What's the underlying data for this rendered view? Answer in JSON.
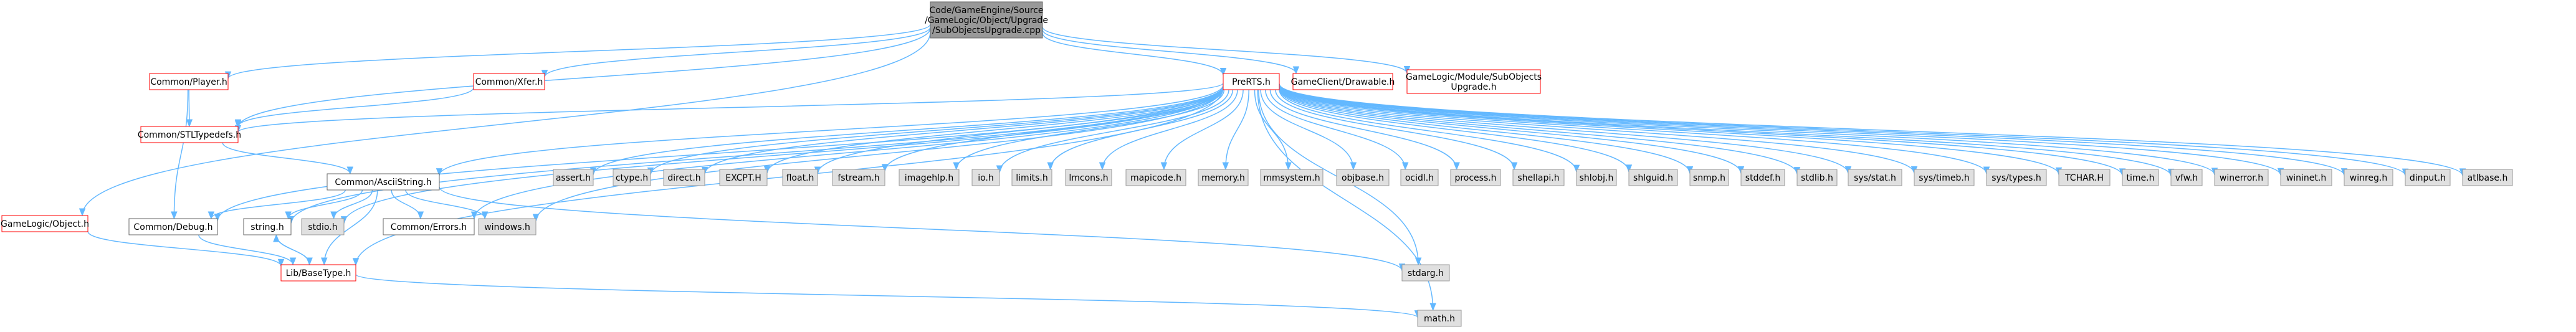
{
  "colors": {
    "edge": "#63b8ff",
    "root_fill": "#999999",
    "root_border": "#666666",
    "local_fill": "#ffffff",
    "local_border": "#ff0000",
    "system_fill": "#e0e0e0",
    "system_border": "#999999"
  },
  "nodes": [
    {
      "id": "root",
      "kind": "root",
      "lines": [
        "Code/GameEngine/Source",
        "/GameLogic/Object/Upgrade",
        "/SubObjectsUpgrade.cpp"
      ]
    },
    {
      "id": "prerts",
      "kind": "local",
      "lines": [
        "PreRTS.h"
      ]
    },
    {
      "id": "player",
      "kind": "local",
      "lines": [
        "Common/Player.h"
      ]
    },
    {
      "id": "xfer",
      "kind": "local",
      "lines": [
        "Common/Xfer.h"
      ]
    },
    {
      "id": "drawable",
      "kind": "local",
      "lines": [
        "GameClient/Drawable.h"
      ]
    },
    {
      "id": "subobjupg",
      "kind": "local",
      "lines": [
        "GameLogic/Module/SubObjects",
        "Upgrade.h"
      ]
    },
    {
      "id": "object",
      "kind": "local",
      "lines": [
        "GameLogic/Object.h"
      ]
    },
    {
      "id": "stdlibtypedefs",
      "kind": "local",
      "lines": [
        "Common/STLTypedefs.h"
      ]
    },
    {
      "id": "asciistring",
      "kind": "plain",
      "lines": [
        "Common/AsciiString.h"
      ]
    },
    {
      "id": "debug",
      "kind": "plain",
      "lines": [
        "Common/Debug.h"
      ]
    },
    {
      "id": "errors",
      "kind": "plain",
      "lines": [
        "Common/Errors.h"
      ]
    },
    {
      "id": "string",
      "kind": "plain",
      "lines": [
        "string.h"
      ]
    },
    {
      "id": "stdio",
      "kind": "system",
      "lines": [
        "stdio.h"
      ]
    },
    {
      "id": "windows",
      "kind": "system",
      "lines": [
        "windows.h"
      ]
    },
    {
      "id": "basetype",
      "kind": "local",
      "lines": [
        "Lib/BaseType.h"
      ]
    },
    {
      "id": "stdarg",
      "kind": "system",
      "lines": [
        "stdarg.h"
      ]
    },
    {
      "id": "math",
      "kind": "system",
      "lines": [
        "math.h"
      ]
    },
    {
      "id": "assert",
      "kind": "system",
      "lines": [
        "assert.h"
      ]
    },
    {
      "id": "ctype",
      "kind": "system",
      "lines": [
        "ctype.h"
      ]
    },
    {
      "id": "direct",
      "kind": "system",
      "lines": [
        "direct.h"
      ]
    },
    {
      "id": "excpt",
      "kind": "system",
      "lines": [
        "EXCPT.H"
      ]
    },
    {
      "id": "float",
      "kind": "system",
      "lines": [
        "float.h"
      ]
    },
    {
      "id": "fstream",
      "kind": "system",
      "lines": [
        "fstream.h"
      ]
    },
    {
      "id": "imagehlp",
      "kind": "system",
      "lines": [
        "imagehlp.h"
      ]
    },
    {
      "id": "io",
      "kind": "system",
      "lines": [
        "io.h"
      ]
    },
    {
      "id": "limits",
      "kind": "system",
      "lines": [
        "limits.h"
      ]
    },
    {
      "id": "lmcons",
      "kind": "system",
      "lines": [
        "lmcons.h"
      ]
    },
    {
      "id": "mapicode",
      "kind": "system",
      "lines": [
        "mapicode.h"
      ]
    },
    {
      "id": "memory",
      "kind": "system",
      "lines": [
        "memory.h"
      ]
    },
    {
      "id": "mmsystem",
      "kind": "system",
      "lines": [
        "mmsystem.h"
      ]
    },
    {
      "id": "objbase",
      "kind": "system",
      "lines": [
        "objbase.h"
      ]
    },
    {
      "id": "ocidl",
      "kind": "system",
      "lines": [
        "ocidl.h"
      ]
    },
    {
      "id": "process",
      "kind": "system",
      "lines": [
        "process.h"
      ]
    },
    {
      "id": "shellapi",
      "kind": "system",
      "lines": [
        "shellapi.h"
      ]
    },
    {
      "id": "shlobj",
      "kind": "system",
      "lines": [
        "shlobj.h"
      ]
    },
    {
      "id": "shlguid",
      "kind": "system",
      "lines": [
        "shlguid.h"
      ]
    },
    {
      "id": "snmp",
      "kind": "system",
      "lines": [
        "snmp.h"
      ]
    },
    {
      "id": "stddef",
      "kind": "system",
      "lines": [
        "stddef.h"
      ]
    },
    {
      "id": "stdlib",
      "kind": "system",
      "lines": [
        "stdlib.h"
      ]
    },
    {
      "id": "sysstat",
      "kind": "system",
      "lines": [
        "sys/stat.h"
      ]
    },
    {
      "id": "systimeb",
      "kind": "system",
      "lines": [
        "sys/timeb.h"
      ]
    },
    {
      "id": "systypes",
      "kind": "system",
      "lines": [
        "sys/types.h"
      ]
    },
    {
      "id": "tchar",
      "kind": "system",
      "lines": [
        "TCHAR.H"
      ]
    },
    {
      "id": "time",
      "kind": "system",
      "lines": [
        "time.h"
      ]
    },
    {
      "id": "vfw",
      "kind": "system",
      "lines": [
        "vfw.h"
      ]
    },
    {
      "id": "winerror",
      "kind": "system",
      "lines": [
        "winerror.h"
      ]
    },
    {
      "id": "wininet",
      "kind": "system",
      "lines": [
        "wininet.h"
      ]
    },
    {
      "id": "winreg",
      "kind": "system",
      "lines": [
        "winreg.h"
      ]
    },
    {
      "id": "dinput",
      "kind": "system",
      "lines": [
        "dinput.h"
      ]
    },
    {
      "id": "atlbase",
      "kind": "system",
      "lines": [
        "atlbase.h"
      ]
    }
  ],
  "edges": [
    [
      "root",
      "prerts"
    ],
    [
      "root",
      "player"
    ],
    [
      "root",
      "xfer"
    ],
    [
      "root",
      "drawable"
    ],
    [
      "root",
      "subobjupg"
    ],
    [
      "root",
      "object"
    ],
    [
      "root",
      "stdlibtypedefs"
    ],
    [
      "player",
      "stdlibtypedefs"
    ],
    [
      "player",
      "debug"
    ],
    [
      "xfer",
      "stdlibtypedefs"
    ],
    [
      "object",
      "basetype"
    ],
    [
      "stdlibtypedefs",
      "asciistring"
    ],
    [
      "asciistring",
      "debug"
    ],
    [
      "asciistring",
      "errors"
    ],
    [
      "asciistring",
      "string"
    ],
    [
      "asciistring",
      "stdio"
    ],
    [
      "asciistring",
      "windows"
    ],
    [
      "asciistring",
      "basetype"
    ],
    [
      "asciistring",
      "stdarg"
    ],
    [
      "string",
      "basetype"
    ],
    [
      "basetype",
      "string"
    ],
    [
      "basetype",
      "math"
    ],
    [
      "debug",
      "basetype"
    ],
    [
      "prerts",
      "stdlibtypedefs"
    ],
    [
      "prerts",
      "asciistring"
    ],
    [
      "prerts",
      "debug"
    ],
    [
      "prerts",
      "errors"
    ],
    [
      "prerts",
      "string"
    ],
    [
      "prerts",
      "stdio"
    ],
    [
      "prerts",
      "windows"
    ],
    [
      "prerts",
      "basetype"
    ],
    [
      "prerts",
      "stdarg"
    ],
    [
      "prerts",
      "math"
    ],
    [
      "prerts",
      "assert"
    ],
    [
      "prerts",
      "ctype"
    ],
    [
      "prerts",
      "direct"
    ],
    [
      "prerts",
      "excpt"
    ],
    [
      "prerts",
      "float"
    ],
    [
      "prerts",
      "fstream"
    ],
    [
      "prerts",
      "imagehlp"
    ],
    [
      "prerts",
      "io"
    ],
    [
      "prerts",
      "limits"
    ],
    [
      "prerts",
      "lmcons"
    ],
    [
      "prerts",
      "mapicode"
    ],
    [
      "prerts",
      "memory"
    ],
    [
      "prerts",
      "mmsystem"
    ],
    [
      "prerts",
      "objbase"
    ],
    [
      "prerts",
      "ocidl"
    ],
    [
      "prerts",
      "process"
    ],
    [
      "prerts",
      "shellapi"
    ],
    [
      "prerts",
      "shlobj"
    ],
    [
      "prerts",
      "shlguid"
    ],
    [
      "prerts",
      "snmp"
    ],
    [
      "prerts",
      "stddef"
    ],
    [
      "prerts",
      "stdlib"
    ],
    [
      "prerts",
      "sysstat"
    ],
    [
      "prerts",
      "systimeb"
    ],
    [
      "prerts",
      "systypes"
    ],
    [
      "prerts",
      "tchar"
    ],
    [
      "prerts",
      "time"
    ],
    [
      "prerts",
      "vfw"
    ],
    [
      "prerts",
      "winerror"
    ],
    [
      "prerts",
      "wininet"
    ],
    [
      "prerts",
      "winreg"
    ],
    [
      "prerts",
      "dinput"
    ],
    [
      "prerts",
      "atlbase"
    ]
  ]
}
